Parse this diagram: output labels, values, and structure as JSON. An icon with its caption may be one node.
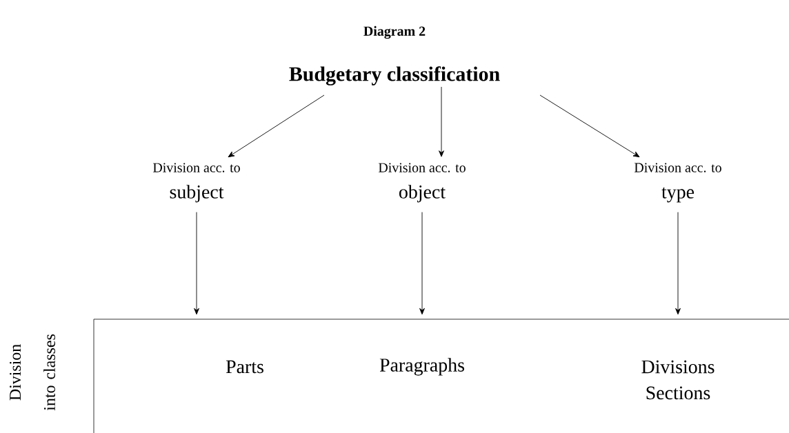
{
  "diagram": {
    "title": "Diagram 2",
    "nodes": [
      {
        "text": [
          "Budgetary classification"
        ]
      },
      {
        "text": [
          "Division acc. to",
          "subject"
        ]
      },
      {
        "text": [
          "Division acc. to",
          "object"
        ]
      },
      {
        "text": [
          "Division acc. to",
          "type"
        ]
      },
      {
        "text": [],
        "shape": "box"
      },
      {
        "text": [
          "Parts"
        ],
        "in": 4
      },
      {
        "text": [
          "Paragraphs"
        ],
        "in": 4
      },
      {
        "text": [
          "Divisions Sections"
        ],
        "in": 4
      }
    ],
    "edges": [
      {
        "from": 0,
        "to": 1,
        "arrow": "to"
      },
      {
        "from": 0,
        "to": 2,
        "arrow": "to"
      },
      {
        "from": 0,
        "to": 3,
        "arrow": "to"
      },
      {
        "from": 1,
        "to": 4,
        "arrow": "to"
      },
      {
        "from": 2,
        "to": 4,
        "arrow": "to"
      },
      {
        "from": 3,
        "to": 4,
        "arrow": "to"
      }
    ],
    "labels": [
      "Division into classes"
    ]
  }
}
